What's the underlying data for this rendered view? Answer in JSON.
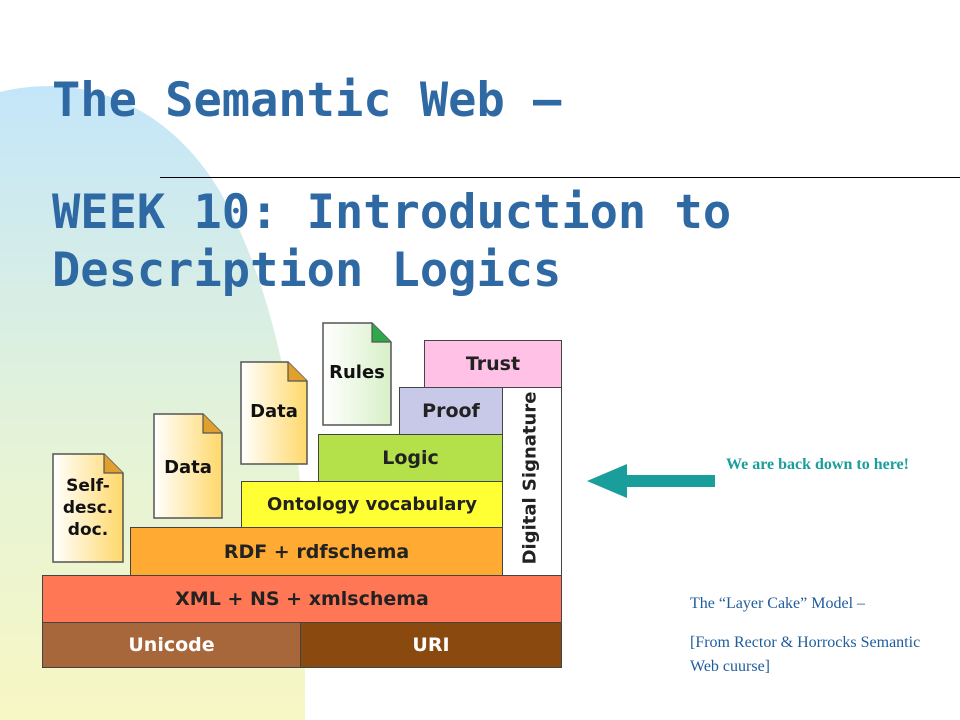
{
  "slide": {
    "title_line1": "The Semantic Web –",
    "title_line2": "WEEK 10: Introduction to",
    "title_line3": "Description Logics"
  },
  "diagram": {
    "layers": {
      "unicode": "Unicode",
      "uri": "URI",
      "xml": "XML + NS + xmlschema",
      "rdf": "RDF + rdfschema",
      "ontology": "Ontology vocabulary",
      "logic": "Logic",
      "proof": "Proof",
      "trust": "Trust",
      "signature": "Digital Signature"
    },
    "documents": {
      "self_desc_line1": "Self-",
      "self_desc_line2": "desc.",
      "self_desc_line3": "doc.",
      "data1": "Data",
      "data2": "Data",
      "rules": "Rules"
    }
  },
  "annotations": {
    "pointer_text": "We are back down to here!",
    "caption": "The “Layer Cake” Model –",
    "source": "[From Rector & Horrocks Semantic Web cuurse]"
  },
  "colors": {
    "title": "#2f69a3",
    "background_blob": "#cde9f8",
    "unicode": "#a8673a",
    "uri": "#8a4a0f",
    "xml": "#ff7755",
    "rdf": "#ffab33",
    "ontology": "#ffff33",
    "logic": "#b4e04a",
    "proof": "#c8c8e8",
    "trust": "#ffc2e6",
    "arrow": "#1a9e9b"
  }
}
